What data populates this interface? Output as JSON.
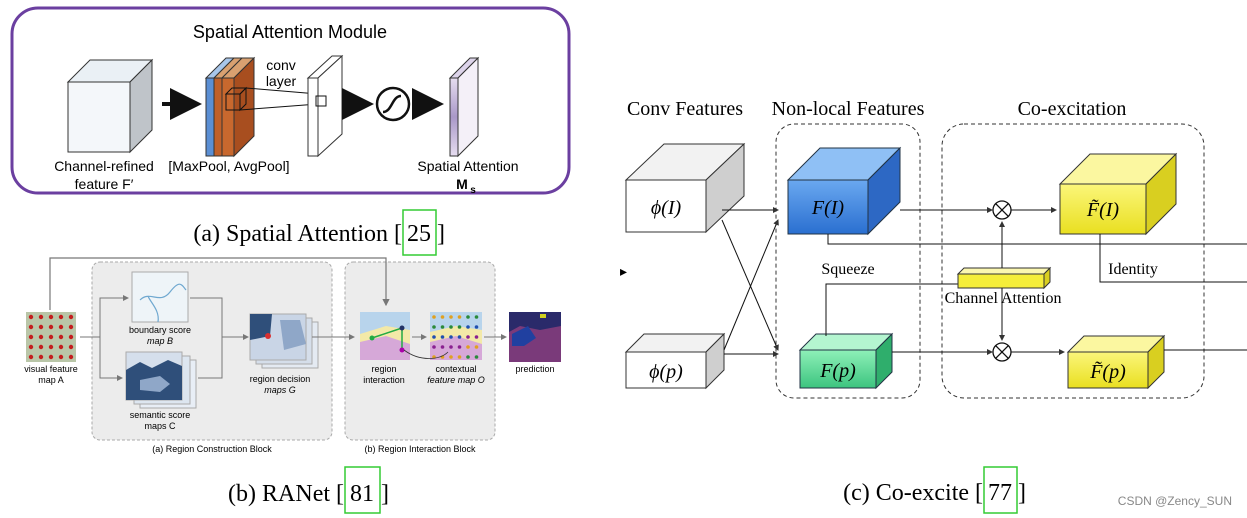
{
  "panel_a": {
    "title": "Spatial Attention Module",
    "conv_label_1": "conv",
    "conv_label_2": "layer",
    "input_label_1": "Channel-refined",
    "input_label_2": "feature F′",
    "pool_label": "[MaxPool, AvgPool]",
    "output_label_1": "Spatial Attention",
    "output_label_2": "M",
    "output_label_sub": "s",
    "caption": "(a) Spatial Attention [",
    "caption_ref": "25",
    "caption_end": "]"
  },
  "panel_b": {
    "visual_feature_1": "visual feature",
    "visual_feature_2": "map A",
    "boundary_1": "boundary score",
    "boundary_2": "map B",
    "semantic_1": "semantic score",
    "semantic_2": "maps C",
    "region_decision_1": "region decision",
    "region_decision_2": "maps G",
    "region_interaction_1": "region",
    "region_interaction_2": "interaction",
    "contextual_1": "contextual",
    "contextual_2": "feature map O",
    "prediction": "prediction",
    "block_a": "(a) Region Construction Block",
    "block_b": "(b) Region Interaction Block",
    "caption": "(b) RANet [",
    "caption_ref": "81",
    "caption_end": "]"
  },
  "panel_c": {
    "header_conv": "Conv Features",
    "header_nonlocal": "Non-local Features",
    "header_coexc": "Co-excitation",
    "phi_I": "ϕ(I)",
    "phi_p": "ϕ(p)",
    "F_I": "F(I)",
    "F_p": "F(p)",
    "Ft_I": "F̃(I)",
    "Ft_p": "F̃(p)",
    "squeeze": "Squeeze",
    "channel_attention": "Channel Attention",
    "identity": "Identity",
    "caption": "(c) Co-excite [",
    "caption_ref": "77",
    "caption_end": "]"
  },
  "watermark": "CSDN @Zency_SUN",
  "colors": {
    "purple_frame": "#6b3fa0",
    "cube_blue": "#4a90e2",
    "cube_green": "#5fd49a",
    "cube_yellow": "#f5f03a",
    "ref_box": "#33cc33"
  }
}
